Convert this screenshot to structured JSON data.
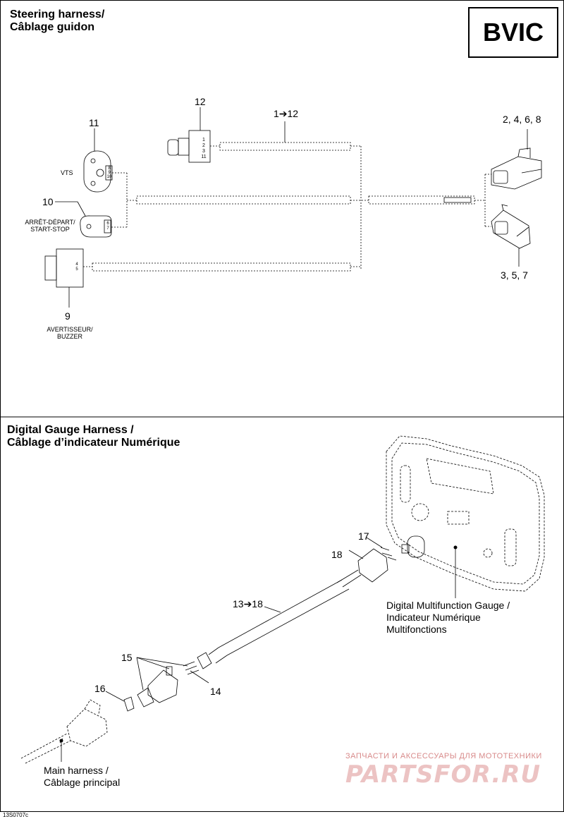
{
  "frame": {
    "border_color": "#000000"
  },
  "badge": {
    "text": "BVIC"
  },
  "steering": {
    "title_line1": "Steering harness/",
    "title_line2": "Câblage guidon",
    "callouts": {
      "c12": "12",
      "c1_12": "1➔12",
      "c11": "11",
      "c10": "10",
      "c9": "9",
      "c2468": "2, 4, 6, 8",
      "c357": "3, 5, 7"
    },
    "labels": {
      "vts": "VTS",
      "start_stop_1": "ARRÊT-DÉPART/",
      "start_stop_2": "START-STOP",
      "buzzer_1": "AVERTISSEUR/",
      "buzzer_2": "BUZZER"
    },
    "pins": {
      "p12": [
        "1",
        "2",
        "3",
        "11"
      ],
      "p11": [
        "8",
        "9",
        "10"
      ],
      "p10": [
        "6",
        "7"
      ],
      "p9": [
        "4",
        "5"
      ]
    }
  },
  "digital": {
    "title_line1": "Digital Gauge Harness /",
    "title_line2": "Câblage d’indicateur Numérique",
    "callouts": {
      "c17": "17",
      "c18": "18",
      "c13_18": "13➔18",
      "c15": "15",
      "c16": "16",
      "c14": "14"
    },
    "gauge_label_1": "Digital Multifunction Gauge /",
    "gauge_label_2": "Indicateur Numérique",
    "gauge_label_3": "Multifonctions",
    "main_harness_1": "Main harness /",
    "main_harness_2": "Câblage principal"
  },
  "watermark": {
    "line1": "ЗАПЧАСТИ И АКСЕССУАРЫ ДЛЯ МОТОТЕХНИКИ",
    "line2": "PARTSFOR.RU"
  },
  "ref_code": "13S0707c"
}
